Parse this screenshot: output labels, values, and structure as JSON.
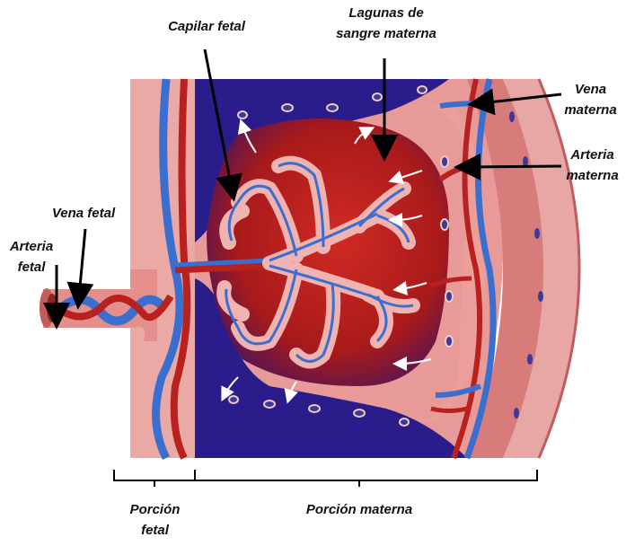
{
  "labels": {
    "capilar_fetal": "Capilar fetal",
    "lagunas_1": "Lagunas de",
    "lagunas_2": "sangre materna",
    "vena_materna_1": "Vena",
    "vena_materna_2": "materna",
    "arteria_materna_1": "Arteria",
    "arteria_materna_2": "materna",
    "vena_fetal": "Vena fetal",
    "arteria_fetal_1": "Arteria",
    "arteria_fetal_2": "fetal",
    "porcion_fetal_1": "Porción",
    "porcion_fetal_2": "fetal",
    "porcion_materna": "Porción materna"
  },
  "colors": {
    "tissue_pink": "#e89a98",
    "tissue_light": "#f2c0bc",
    "lacuna_red": "#b81f1c",
    "space_purple": "#2a1c8a",
    "vein_blue": "#3a6fd0",
    "artery_red": "#b8211e",
    "villus_pink": "#f1b3b0",
    "arrow_black": "#000000"
  }
}
